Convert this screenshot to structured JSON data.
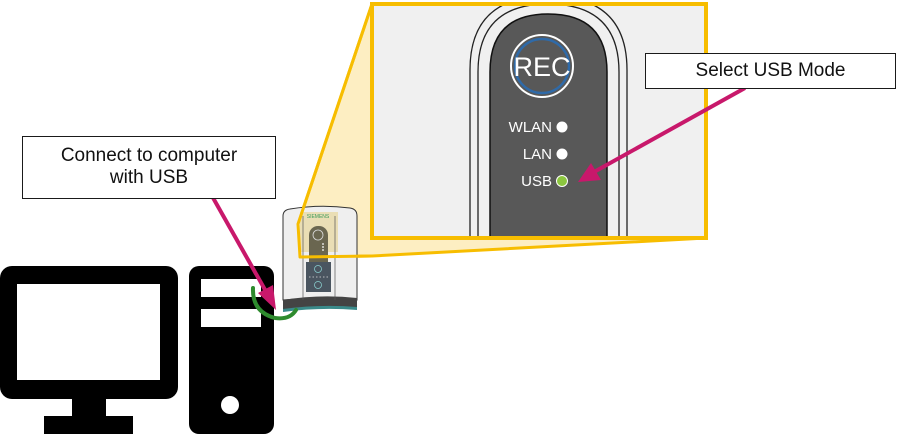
{
  "diagram": {
    "callouts": {
      "connect": {
        "line1": "Connect to computer",
        "line2": "with USB"
      },
      "select": {
        "text": "Select USB Mode"
      }
    },
    "device_panel": {
      "rec_button_label": "REC",
      "leds": [
        {
          "label": "WLAN",
          "color": "#ffffff",
          "state": "off"
        },
        {
          "label": "LAN",
          "color": "#ffffff",
          "state": "off"
        },
        {
          "label": "USB",
          "color": "#8cc63f",
          "state": "on"
        }
      ]
    },
    "device_small": {
      "brand": "SIEMENS"
    },
    "colors": {
      "arrow": "#c8186b",
      "cable": "#2e8b2e",
      "highlight_border": "#f7bd00",
      "highlight_fill": "#fdeec2",
      "panel_dark": "#585858",
      "panel_bg": "#f0f0f0",
      "rec_ring": "#2f6aa8",
      "computer": "#000000"
    }
  }
}
